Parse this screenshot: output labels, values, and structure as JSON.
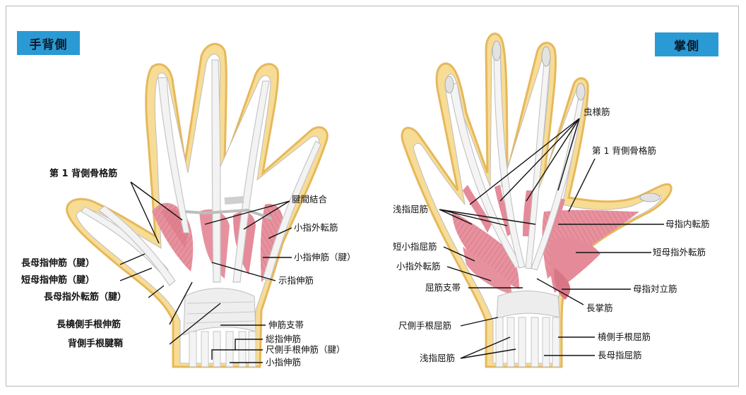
{
  "panels": {
    "back": {
      "title": "手背側"
    },
    "palm": {
      "title": "掌側"
    }
  },
  "labels": {
    "back": {
      "dorsal_interossei": "第 1 背側骨格筋",
      "ext_pollicis_longus": "長母指伸筋（腱）",
      "ext_pollicis_brevis": "短母指伸筋（腱）",
      "abd_pollicis_longus": "長母指外転筋（腱）",
      "ext_carpi_radialis_longus": "長橈側手根伸筋",
      "dorsal_carpal_sheath": "背側手根腱鞘",
      "juncturae_tendinum": "腱間結合",
      "abd_digiti_minimi": "小指外転筋",
      "ext_digiti_minimi_tendon": "小指伸筋（腱）",
      "ext_indicis": "示指伸筋",
      "ext_retinaculum": "伸筋支帯",
      "ext_digitorum": "総指伸筋",
      "ext_carpi_ulnaris_tendon": "尺側手根伸筋（腱）",
      "ext_digiti_minimi": "小指伸筋"
    },
    "palm": {
      "lumbricals": "虫様筋",
      "dorsal_interossei": "第 1 背側骨格筋",
      "flex_digitorum_superficialis_top": "浅指屈筋",
      "flex_digiti_minimi_brevis": "短小指屈筋",
      "abd_digiti_minimi": "小指外転筋",
      "flexor_retinaculum": "屈筋支帯",
      "flex_carpi_ulnaris": "尺側手根屈筋",
      "flex_digitorum_superficialis_bottom": "浅指屈筋",
      "adductor_pollicis": "母指内転筋",
      "abd_pollicis_brevis": "短母指外転筋",
      "opponens_pollicis": "母指対立筋",
      "palmaris_longus": "長掌筋",
      "flex_carpi_radialis": "橈側手根屈筋",
      "flex_pollicis_longus": "長母指屈筋"
    }
  },
  "colors": {
    "skin": "#f7dc96",
    "skin_edge": "#e6b85a",
    "muscle": "#e58a98",
    "muscle_light": "#f0b3bc",
    "tendon": "#f2f2f2",
    "bone": "#d8d8d8",
    "tag": "#2a9ad4"
  }
}
